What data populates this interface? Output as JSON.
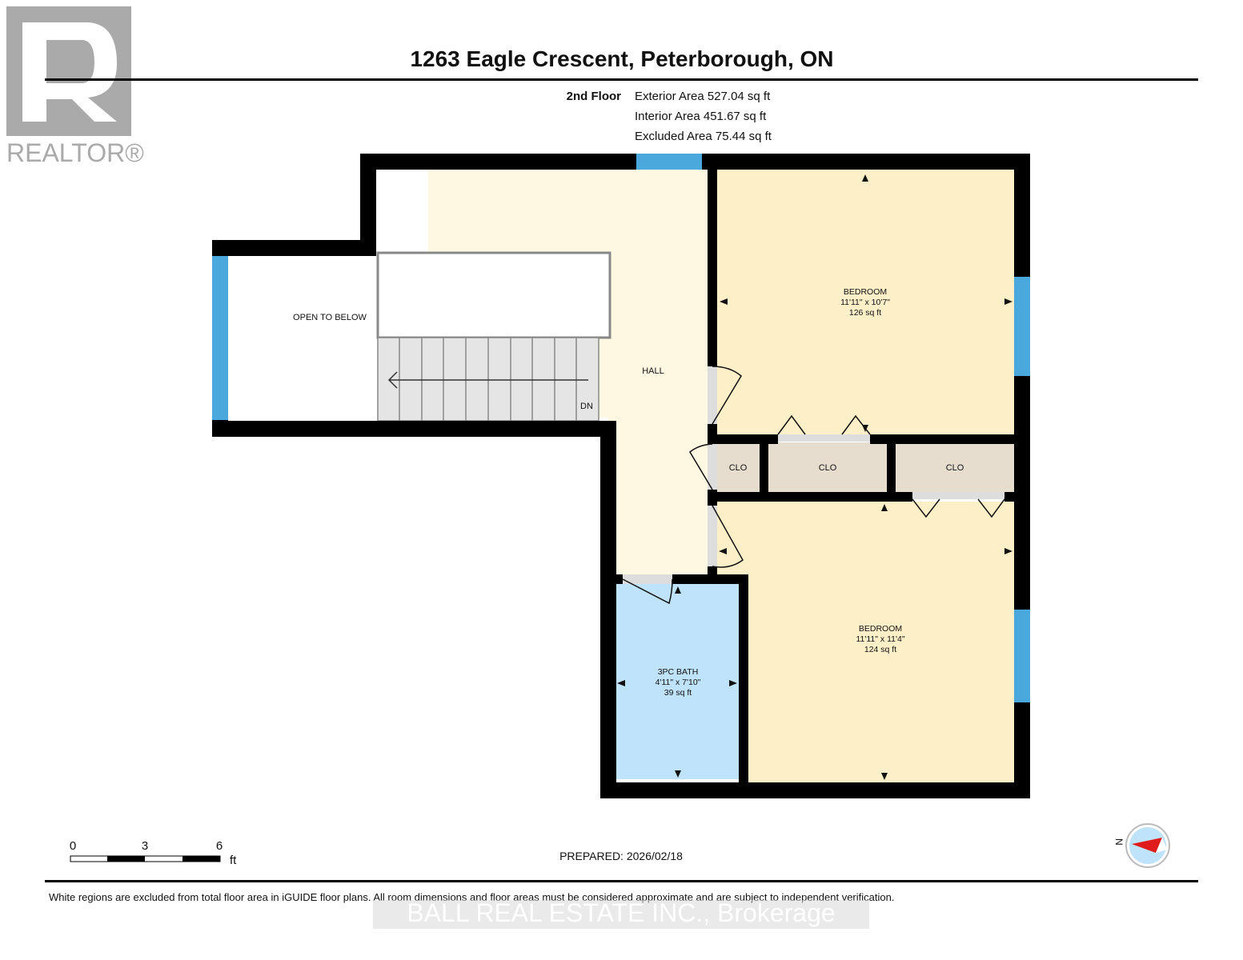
{
  "header": {
    "title": "1263 Eagle Crescent, Peterborough, ON"
  },
  "logo": {
    "text": "REALTOR®"
  },
  "floor": {
    "name": "2nd Floor",
    "exterior": "Exterior Area 527.04 sq ft",
    "interior": "Interior Area 451.67 sq ft",
    "excluded": "Excluded Area 75.44 sq ft"
  },
  "rooms": {
    "open": "OPEN TO BELOW",
    "hall": "HALL",
    "dn": "DN",
    "bedroom1": {
      "name": "BEDROOM",
      "dims": "11'11\" x 10'7\"",
      "area": "126 sq ft"
    },
    "bedroom2": {
      "name": "BEDROOM",
      "dims": "11'11\" x 11'4\"",
      "area": "124 sq ft"
    },
    "bath": {
      "name": "3PC BATH",
      "dims": "4'11\" x 7'10\"",
      "area": "39 sq ft"
    },
    "clo1": "CLO",
    "clo2": "CLO",
    "clo3": "CLO"
  },
  "scale": {
    "t0": "0",
    "t3": "3",
    "t6": "6",
    "unit": "ft"
  },
  "prepared": "PREPARED: 2026/02/18",
  "compass": {
    "label": "N"
  },
  "disclaimer": "White regions are excluded from total floor area in iGUIDE floor plans. All room dimensions and floor areas must be considered approximate and are subject to independent verification.",
  "watermark": "BALL REAL ESTATE INC., Brokerage",
  "colors": {
    "wall": "#000000",
    "window": "#4aa8dc",
    "bedroom": "#fdefc7",
    "hall": "#fef8e3",
    "bath": "#bee3fb",
    "closet": "#e7ddcf",
    "stairs": "#e5e5e5"
  }
}
